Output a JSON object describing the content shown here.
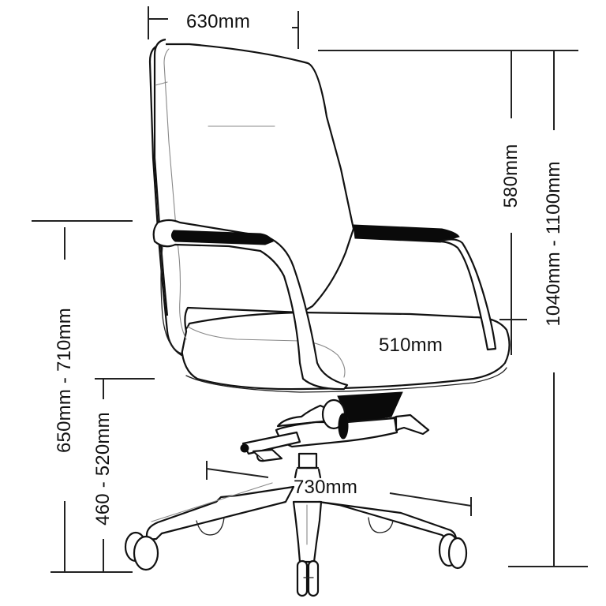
{
  "diagram": {
    "subject": "office chair dimension drawing",
    "line_color": "#111111",
    "background": "#ffffff",
    "dimensions": {
      "backrest_width": "630mm",
      "backrest_height": "580mm",
      "overall_height": "1040mm - 1100mm",
      "seat_depth": "510mm",
      "armrest_height": "650mm  - 710mm",
      "seat_height": "460 - 520mm",
      "base_width": "730mm"
    },
    "parts": [
      "backrest",
      "left-armrest",
      "right-armrest",
      "seat-cushion",
      "tilt-mechanism",
      "adjustment-lever",
      "gas-lift",
      "five-star-base",
      "casters"
    ]
  }
}
